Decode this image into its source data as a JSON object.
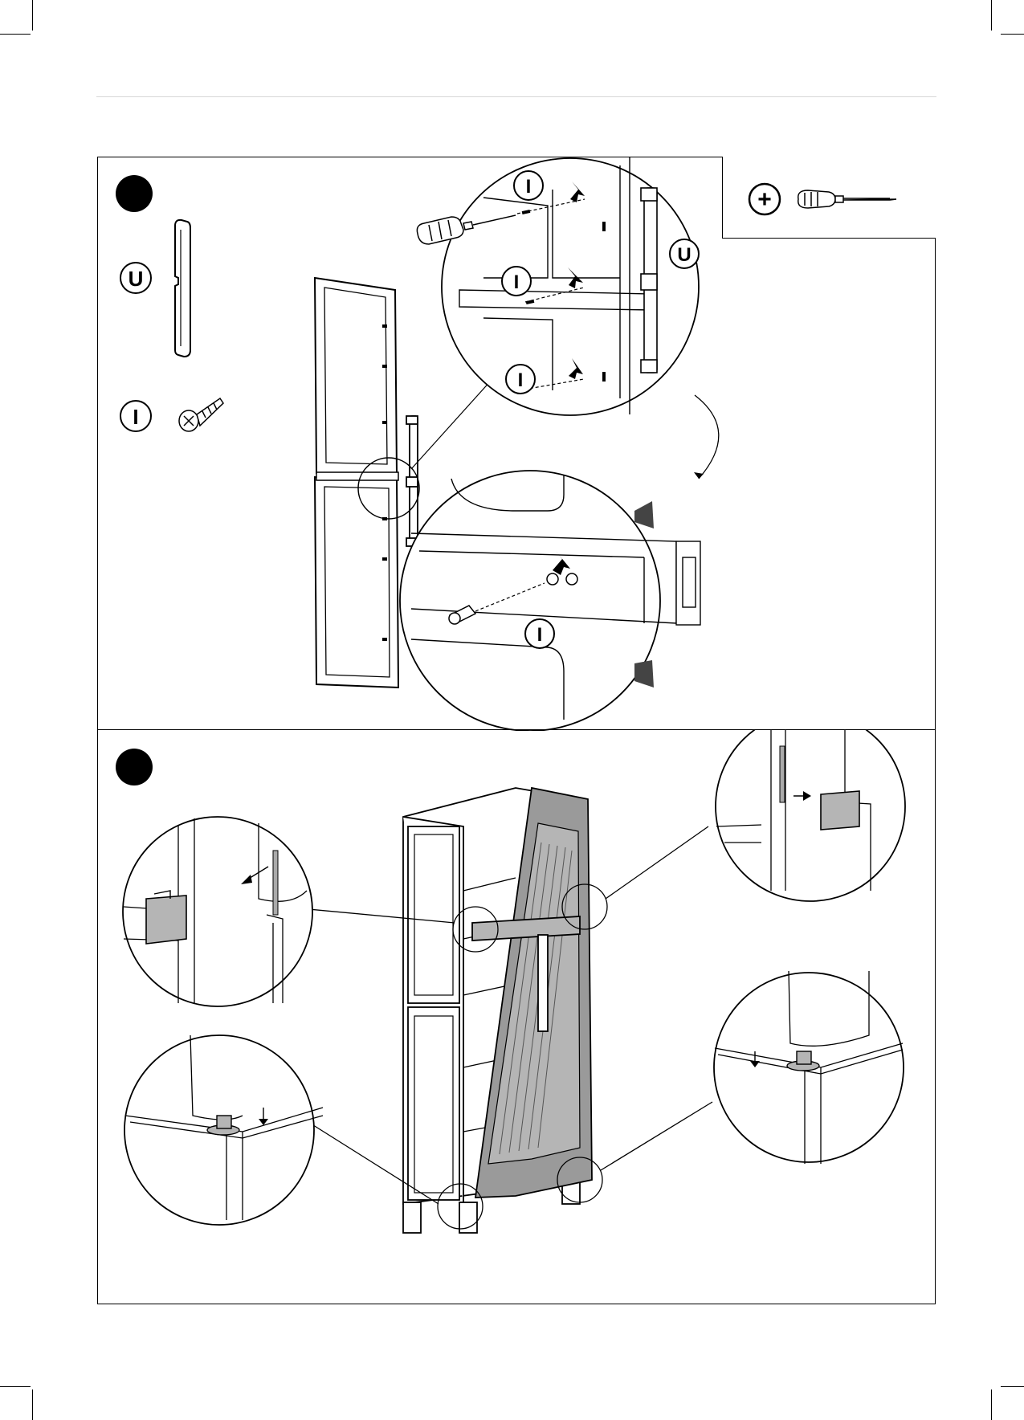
{
  "parts": {
    "handle_label": "U",
    "screw_label": "I"
  },
  "tool": {
    "plus_symbol": "+",
    "icon": "phillips-screwdriver-icon"
  },
  "callouts": {
    "screw_top": "I",
    "screw_middle": "I",
    "screw_bottom": "I",
    "screw_detail": "I",
    "handle_detail": "U"
  },
  "colors": {
    "line": "#000000",
    "fill_gray": "#b5b5b5",
    "door_gray": "#9a9a9a"
  }
}
